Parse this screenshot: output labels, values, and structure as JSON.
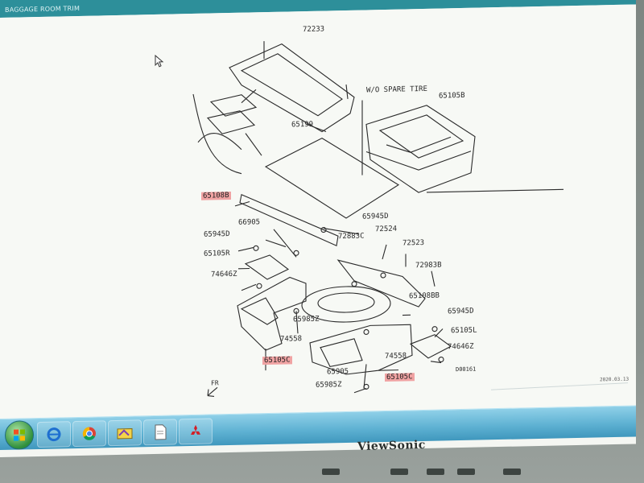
{
  "window": {
    "title": "BAGGAGE ROOM TRIM"
  },
  "labels": {
    "p72233": "72233",
    "wo_spare": "W/O SPARE TIRE",
    "p65105B": "65105B",
    "p65199": "65199",
    "p65108B": "65108B",
    "p65945D_a": "65945D",
    "p66905_a": "66905",
    "p65945D_b": "65945D",
    "p72524": "72524",
    "p72883C": "72883C",
    "p65105R": "65105R",
    "p72523": "72523",
    "p72983B": "72983B",
    "p74646Z_a": "74646Z",
    "p65108BB": "65108BB",
    "p65945D_c": "65945D",
    "p65985Z_a": "65985Z",
    "p65105L": "65105L",
    "p74558_a": "74558",
    "p74646Z_b": "74646Z",
    "p65105C_a": "65105C",
    "p74558_b": "74558",
    "p65905": "65905",
    "p65985Z_b": "65985Z",
    "p65105C_b": "65105C",
    "diag_code": "D00161",
    "fr": "FR",
    "date": "2020.03.13"
  },
  "taskbar": {
    "icons": [
      "windows-start-icon",
      "ie-icon",
      "chrome-icon",
      "app-icon",
      "document-icon",
      "mitsubishi-icon"
    ]
  },
  "monitor": {
    "brand": "ViewSonic"
  },
  "colors": {
    "highlight": "#f0a3a3",
    "taskbar": "#5fb2d3",
    "titlebar": "#2d8f9a"
  }
}
